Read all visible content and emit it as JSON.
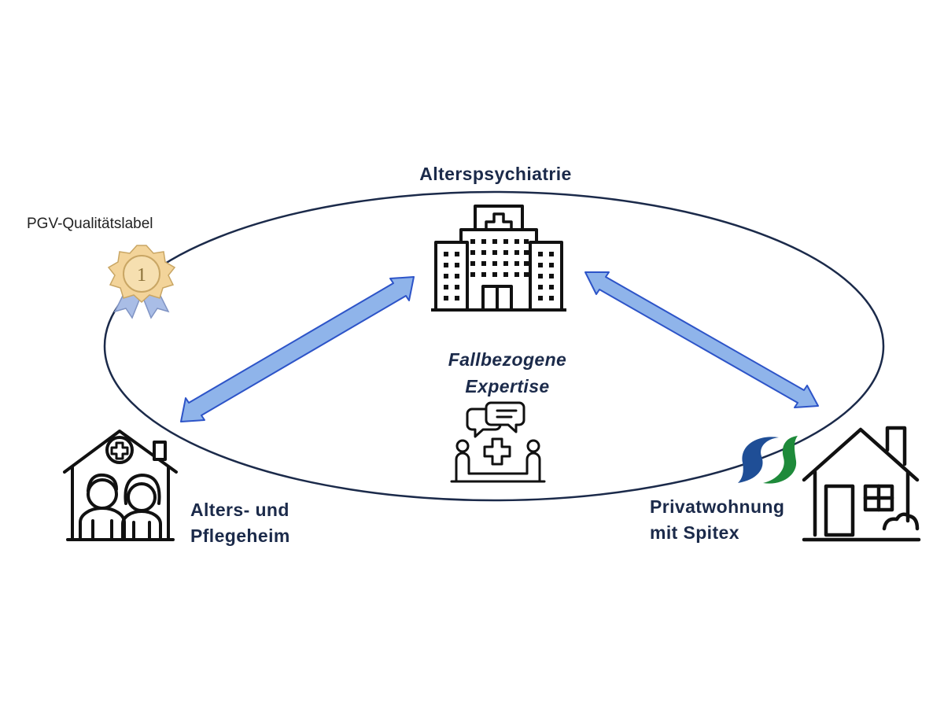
{
  "nodes": {
    "top": {
      "title": "Alterspsychiatrie",
      "icon": "hospital-icon"
    },
    "left": {
      "title_line1": "Alters- und",
      "title_line2": "Pflegeheim",
      "icon": "care-home-elderly-icon"
    },
    "right": {
      "title_line1": "Privatwohnung",
      "title_line2": "mit Spitex",
      "icon": "house-icon"
    }
  },
  "center": {
    "line1": "Fallbezogene",
    "line2": "Expertise",
    "icon": "consultation-icon"
  },
  "quality_label": {
    "text": "PGV-Qualitätslabel",
    "icon": "award-rosette-icon",
    "badge_number": "1"
  },
  "spitex_logo": {
    "icon": "spitex-logo",
    "colors": [
      "#1f4e96",
      "#1e8a3a"
    ]
  },
  "colors": {
    "ellipse": "#1b2a4a",
    "arrow_fill": "#8fb4ea",
    "arrow_stroke": "#2d54c8",
    "text": "#1b2a4a",
    "rosette": "#f3d49a",
    "ribbon": "#9eb3e0"
  }
}
